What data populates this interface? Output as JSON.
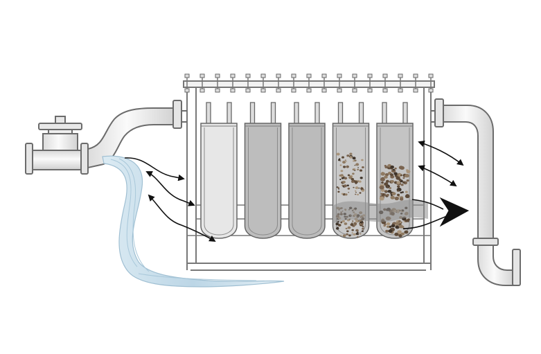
{
  "title": "",
  "colors": {
    "background": "#ffffff",
    "pipe_fill": "#f3f3f3",
    "pipe_stroke": "#6b6b6b",
    "frame_stroke": "#777777",
    "bag_clean": "#e4e4e4",
    "bag_grey": "#bcbcbc",
    "water": "#cfe3ee",
    "water_stroke": "#9fbfd2",
    "debris": "#6e5a45",
    "arrow": "#111111"
  },
  "filter_bags": [
    {
      "state": "clean",
      "fill": "#e7e7e7"
    },
    {
      "state": "used",
      "fill": "#bdbdbd"
    },
    {
      "state": "used",
      "fill": "#bbbbbb"
    },
    {
      "state": "loaded-fine",
      "fill": "#c9c9c9"
    },
    {
      "state": "loaded-coarse",
      "fill": "#c4c4c4"
    }
  ],
  "flow_arrows": [
    {
      "role": "inlet-flow"
    },
    {
      "role": "inlet-flow"
    },
    {
      "role": "inlet-flow"
    },
    {
      "role": "outlet-flow"
    },
    {
      "role": "outlet-flow"
    },
    {
      "role": "outlet-main-flow"
    }
  ],
  "frame_bolt_count": 17,
  "icons": [
    "inlet-pipe-icon",
    "outlet-pipe-icon",
    "filter-bag-icon",
    "water-stream-icon",
    "flow-arrow-icon"
  ]
}
